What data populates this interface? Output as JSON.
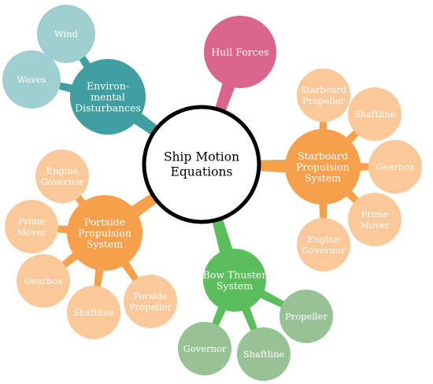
{
  "diagram": {
    "center": {
      "label": [
        "Ship Motion",
        "Equations"
      ]
    },
    "branches": [
      {
        "id": "env",
        "label": [
          "Environ-",
          "mental",
          "Disturbances"
        ],
        "color": "#3f9ea0",
        "leaf_color": "#9fcfd0",
        "children": [
          {
            "label": [
              "Wind"
            ]
          },
          {
            "label": [
              "Waves"
            ]
          }
        ]
      },
      {
        "id": "hull",
        "label": [
          "Hull Forces"
        ],
        "color": "#d9648c",
        "children": []
      },
      {
        "id": "starboard",
        "label": [
          "Starboard",
          "Propulsion",
          "System"
        ],
        "color": "#f7a04b",
        "leaf_color": "#fbc89a",
        "children": [
          {
            "label": [
              "Starboard",
              "Propeller"
            ]
          },
          {
            "label": [
              "Shaftline"
            ]
          },
          {
            "label": [
              "Gearbox"
            ]
          },
          {
            "label": [
              "Prime",
              "Mover"
            ]
          },
          {
            "label": [
              "Engine",
              "Governor"
            ]
          }
        ]
      },
      {
        "id": "bow",
        "label": [
          "Bow Thuster",
          "System"
        ],
        "color": "#5cbd5c",
        "leaf_color": "#97c296",
        "children": [
          {
            "label": [
              "Propeller"
            ]
          },
          {
            "label": [
              "Shaftline"
            ]
          },
          {
            "label": [
              "Governor"
            ]
          }
        ]
      },
      {
        "id": "portside",
        "label": [
          "Portside",
          "Propulsion",
          "System"
        ],
        "color": "#f7a04b",
        "leaf_color": "#fbc89a",
        "children": [
          {
            "label": [
              "Engine",
              "Governor"
            ]
          },
          {
            "label": [
              "Prime",
              "Mover"
            ]
          },
          {
            "label": [
              "Gearbox"
            ]
          },
          {
            "label": [
              "Shaftline"
            ]
          },
          {
            "label": [
              "Porside",
              "Propeller"
            ]
          }
        ]
      }
    ]
  }
}
